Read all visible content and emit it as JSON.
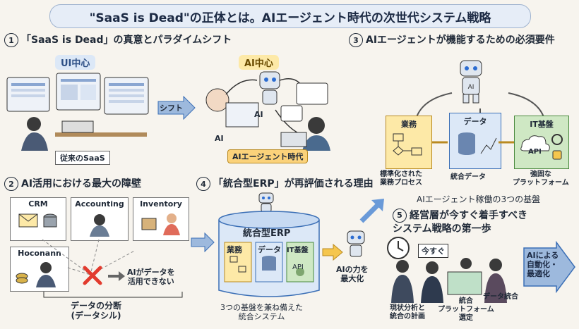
{
  "title": "\"SaaS is Dead\"の正体とは。AIエージェント時代の次世代システム戦略",
  "sec1": {
    "num": "1",
    "title": "「SaaS is Dead」の真意とパラダイムシフト",
    "ui_label": "UI中心",
    "ai_label": "AI中心",
    "shift": "シフト",
    "legacy": "従来のSaaS",
    "ai_era": "AIエージェント時代",
    "ai_tag1": "AI",
    "ai_tag2": "AI"
  },
  "sec2": {
    "num": "2",
    "title": "AI活用における最大の障壁",
    "apps": [
      "CRM",
      "Accounting",
      "Inventory",
      "Hoconann"
    ],
    "cannot": "AIがデータを\n活用できない",
    "silo": "データの分断\n(データシル)"
  },
  "sec3": {
    "num": "3",
    "title": "AIエージェントが機能するための必須要件",
    "boxes": [
      "業務",
      "データ",
      "IT基盤"
    ],
    "captions": [
      "標準化された\n業務プロセス",
      "統合データ",
      "強固な\nプラットフォーム"
    ],
    "footer": "AIエージェント稼働の3つの基盤",
    "robot_tag": "AI",
    "api": "API"
  },
  "sec4": {
    "num": "4",
    "title": "「統合型ERP」が再評価される理由",
    "erp": "統合型ERP",
    "inner": [
      "業務",
      "データ",
      "IT基盤"
    ],
    "caption": "3つの基盤を兼ね備えた\n統合システム",
    "maximize": "AIの力を\n最大化",
    "api": "API"
  },
  "sec5": {
    "num": "5",
    "title": "経営層が今すぐ着手すべき\nシステム戦略の第一歩",
    "now": "今すぐ",
    "goal": "AIによる\n自動化・\n最適化",
    "steps": [
      "現状分析と\n統合の計画",
      "統合\nプラットフォーム\n選定",
      "データ統合"
    ]
  },
  "colors": {
    "blue": "#3b6fb6",
    "orange": "#f5a623",
    "yellow": "#fde9a7",
    "green": "#cfe8c4",
    "lightblue": "#dce8f7",
    "red": "#e23b2e"
  }
}
